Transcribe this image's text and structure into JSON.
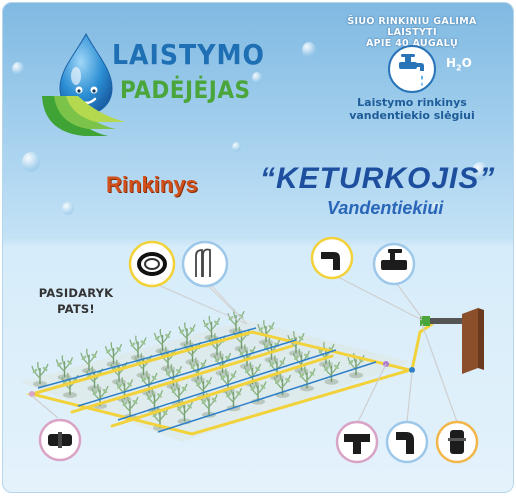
{
  "logo": {
    "line1": "LAISTYMO",
    "line2": "PADĖJĖJAS"
  },
  "badge": {
    "top_line1": "ŠIUO RINKINIU GALIMA LAISTYTI",
    "top_line2": "APIE 40 AUGALŲ",
    "h2o_main": "H",
    "h2o_sub": "2",
    "h2o_end": "O",
    "bottom_line1": "Laistymo rinkinys",
    "bottom_line2": "vandentiekio slėgiui"
  },
  "title": {
    "prefix": "Rinkinys",
    "name": "“KETURKOJIS”",
    "subtitle": "Vandentiekiui"
  },
  "slogan": {
    "line1": "PASIDARYK",
    "line2": "PATS!"
  },
  "colors": {
    "logo_blue": "#1e6fb4",
    "logo_green": "#4aa53a",
    "title_orange": "#d0501c",
    "title_blue": "#1d4f9e",
    "hose": "#f2d23a",
    "post": "#8b4f2b"
  },
  "callouts": [
    {
      "item": "hose-coil",
      "ring": "#f2d23a"
    },
    {
      "item": "u-stake",
      "ring": "#9ec8ea"
    },
    {
      "item": "elbow-fitting",
      "ring": "#f2d23a"
    },
    {
      "item": "ball-valve",
      "ring": "#9ec8ea"
    },
    {
      "item": "end-plug",
      "ring": "#d9a3c6"
    },
    {
      "item": "tee-connector",
      "ring": "#d9a3c6"
    },
    {
      "item": "straight-connector",
      "ring": "#9ec8ea"
    },
    {
      "item": "tap-adapter",
      "ring": "#f2b64a"
    }
  ]
}
